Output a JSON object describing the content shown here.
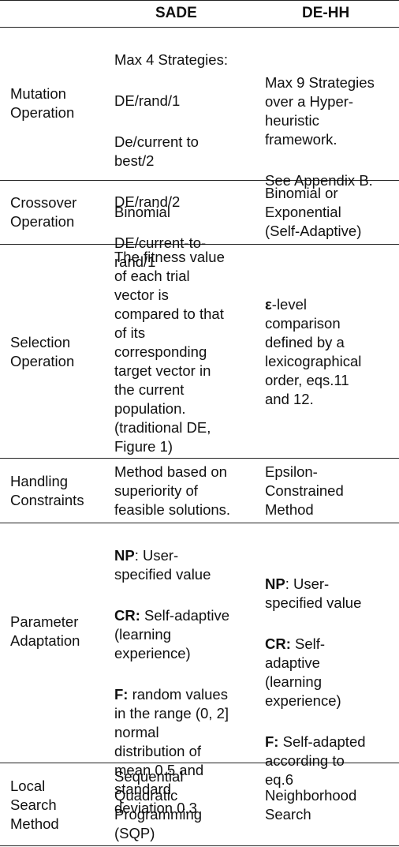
{
  "header": {
    "col0": "",
    "col1": "SADE",
    "col2": "DE-HH"
  },
  "rows": [
    {
      "label": "Mutation\nOperation",
      "sade": [
        "Max 4 Strategies:",
        "DE/rand/1",
        "De/current to\nbest/2",
        "DE/rand/2",
        "DE/current-to-\nrand/1"
      ],
      "dehh": [
        "Max 9 Strategies\nover a Hyper-\nheuristic\nframework.",
        "See Appendix B."
      ]
    },
    {
      "label": "Crossover\nOperation",
      "sade": [
        "Binomial"
      ],
      "dehh": [
        "Binomial or\nExponential\n(Self-Adaptive)"
      ]
    },
    {
      "label": "Selection\nOperation",
      "sade": [
        "The fitness value\nof each trial\nvector is\ncompared to that\nof its\ncorresponding\ntarget vector in\nthe current\npopulation.\n(traditional DE,\nFigure 1)"
      ],
      "dehh_bold": "ε",
      "dehh": [
        "-level\ncomparison\ndefined by a\nlexicographical\norder, eqs.11\nand 12."
      ]
    },
    {
      "label": "Handling\nConstraints",
      "sade": [
        "Method based on\nsuperiority of\nfeasible solutions."
      ],
      "dehh": [
        "Epsilon-\nConstrained\nMethod"
      ]
    },
    {
      "label": "Parameter\nAdaptation",
      "sade": [
        {
          "k": "NP",
          "v": ": User-\nspecified value"
        },
        {
          "k": "CR:",
          "v": " Self-adaptive\n(learning\nexperience)"
        },
        {
          "k": "F:",
          "v": " random values\nin the range  (0, 2]\nnormal\ndistribution of\nmean 0.5 and\nstandard\ndeviation 0.3"
        }
      ],
      "dehh": [
        {
          "k": "NP",
          "v": ": User-\nspecified value"
        },
        {
          "k": "CR:",
          "v": " Self-\nadaptive\n(learning\nexperience)"
        },
        {
          "k": "F:",
          "v": " Self-adapted\naccording to\neq.6"
        }
      ]
    },
    {
      "label": "Local\nSearch\nMethod",
      "sade": [
        "Sequential\nQuadratic\nProgramming\n(SQP)"
      ],
      "dehh": [
        "Neighborhood\nSearch"
      ]
    }
  ]
}
